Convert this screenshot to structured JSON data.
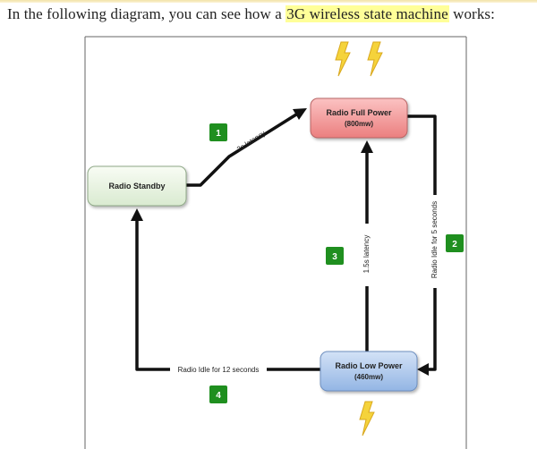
{
  "intro": {
    "prefix": "In the following diagram, you can see how a ",
    "highlight": "3G wireless state machine",
    "suffix": " works:"
  },
  "states": {
    "full_power": {
      "title": "Radio Full Power",
      "power": "(800mw)"
    },
    "standby": {
      "title": "Radio Standby"
    },
    "low_power": {
      "title": "Radio Low Power",
      "power": "(460mw)"
    }
  },
  "transitions": {
    "t1": {
      "badge": "1",
      "label": "2s latency"
    },
    "t2": {
      "badge": "2",
      "label": "Radio Idle for 5 seconds"
    },
    "t3": {
      "badge": "3",
      "label": "1.5s latency"
    },
    "t4": {
      "badge": "4",
      "label": "Radio Idle for 12 seconds"
    }
  },
  "colors": {
    "full_power_fill": "#f08b8b",
    "standby_fill": "#e6f2dc",
    "low_power_fill": "#a9c4ea",
    "badge_green": "#1f8f1f",
    "lightning": "#f5d33b"
  },
  "icons": [
    "lightning-icon"
  ]
}
